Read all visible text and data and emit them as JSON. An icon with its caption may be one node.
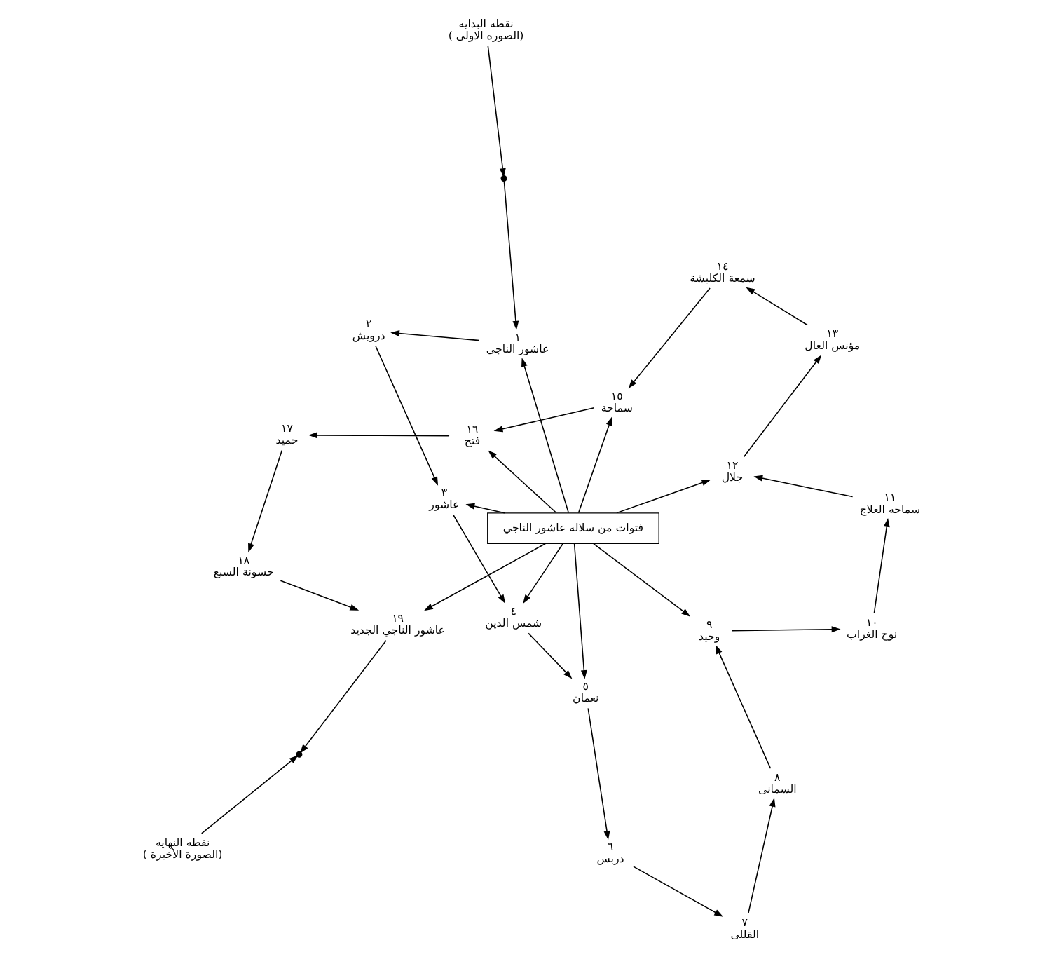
{
  "diagram": {
    "nodes": [
      {
        "text": [
          "نقطة النهاية",
          "( الصورة الأخيرة)"
        ]
      },
      {
        "text": [
          "نقطة البداية",
          "( الصورة الاولى)"
        ]
      },
      {
        "text": [],
        "shape": "circle"
      },
      {
        "text": [],
        "shape": "circle"
      },
      {
        "text": [
          "عاشور الناجي"
        ],
        "beside": [
          "١"
        ]
      },
      {
        "text": [
          "درويش"
        ],
        "beside": [
          "٢"
        ]
      },
      {
        "text": [
          "عاشور"
        ],
        "beside": [
          "٣"
        ]
      },
      {
        "text": [
          "شمس الدين"
        ],
        "beside": [
          "٤"
        ]
      },
      {
        "text": [
          "نعمان"
        ],
        "beside": [
          "٥"
        ]
      },
      {
        "text": [
          "دربس"
        ],
        "beside": [
          "٦"
        ]
      },
      {
        "text": [
          "القللى"
        ],
        "beside": [
          "٧"
        ]
      },
      {
        "text": [
          "السمانى"
        ],
        "beside": [
          "٨"
        ]
      },
      {
        "text": [
          "وحيد"
        ],
        "beside": [
          "٩"
        ]
      },
      {
        "text": [
          "نوح الغراب"
        ],
        "beside": [
          "١٠"
        ]
      },
      {
        "text": [
          "سماحة العلاج"
        ],
        "beside": [
          "١١"
        ]
      },
      {
        "text": [
          "جلال"
        ],
        "beside": [
          "١٢"
        ]
      },
      {
        "text": [
          "مؤنس العال"
        ],
        "beside": [
          "١٣"
        ]
      },
      {
        "text": [
          "سمعة الكلبشة"
        ],
        "beside": [
          "١٤"
        ]
      },
      {
        "text": [
          "سماحة"
        ],
        "beside": [
          "١٥"
        ]
      },
      {
        "text": [
          "فتح"
        ],
        "beside": [
          "١٦"
        ]
      },
      {
        "text": [
          "حميد"
        ],
        "beside": [
          "١٧"
        ]
      },
      {
        "text": [
          "حسونة السبع"
        ],
        "beside": [
          "١٨"
        ]
      },
      {
        "text": [
          "عاشور الناجي الجديد"
        ],
        "beside": [
          "١٩"
        ]
      },
      {
        "text": [
          "فتوات من سلالة عاشور الناجي"
        ]
      }
    ],
    "edges": [
      {
        "from": 0,
        "to": 2,
        "arrow": "to"
      },
      {
        "from": 1,
        "to": 3,
        "arrow": "to"
      },
      {
        "from": 3,
        "to": 4,
        "arrow": "to"
      },
      {
        "from": 4,
        "to": 5,
        "arrow": "to"
      },
      {
        "from": 5,
        "to": 6,
        "arrow": "to"
      },
      {
        "from": 6,
        "to": 7,
        "arrow": "to"
      },
      {
        "from": 7,
        "to": 8,
        "arrow": "to"
      },
      {
        "from": 8,
        "to": 9,
        "arrow": "to"
      },
      {
        "from": 9,
        "to": 10,
        "arrow": "to"
      },
      {
        "from": 10,
        "to": 11,
        "arrow": "to"
      },
      {
        "from": 11,
        "to": 12,
        "arrow": "to"
      },
      {
        "from": 12,
        "to": 13,
        "arrow": "to"
      },
      {
        "from": 13,
        "to": 14,
        "arrow": "to"
      },
      {
        "from": 14,
        "to": 15,
        "arrow": "to"
      },
      {
        "from": 15,
        "to": 16,
        "arrow": "to"
      },
      {
        "from": 16,
        "to": 17,
        "arrow": "to"
      },
      {
        "from": 17,
        "to": 18,
        "arrow": "to"
      },
      {
        "from": 18,
        "to": 19,
        "arrow": "to"
      },
      {
        "from": 19,
        "to": 20,
        "arrow": "to"
      },
      {
        "from": 20,
        "to": 21,
        "arrow": "to"
      },
      {
        "from": 21,
        "to": 22,
        "arrow": "to"
      },
      {
        "from": 22,
        "to": 2,
        "arrow": "to"
      },
      {
        "from": 23,
        "to": 4,
        "arrow": "to"
      },
      {
        "from": 23,
        "to": 6,
        "arrow": "to"
      },
      {
        "from": 23,
        "to": 7,
        "arrow": "to"
      },
      {
        "from": 23,
        "to": 8,
        "arrow": "to"
      },
      {
        "from": 23,
        "to": 12,
        "arrow": "to"
      },
      {
        "from": 23,
        "to": 15,
        "arrow": "to"
      },
      {
        "from": 23,
        "to": 18,
        "arrow": "to"
      },
      {
        "from": 23,
        "to": 19,
        "arrow": "to"
      },
      {
        "from": 23,
        "to": 22,
        "arrow": "to"
      }
    ]
  }
}
